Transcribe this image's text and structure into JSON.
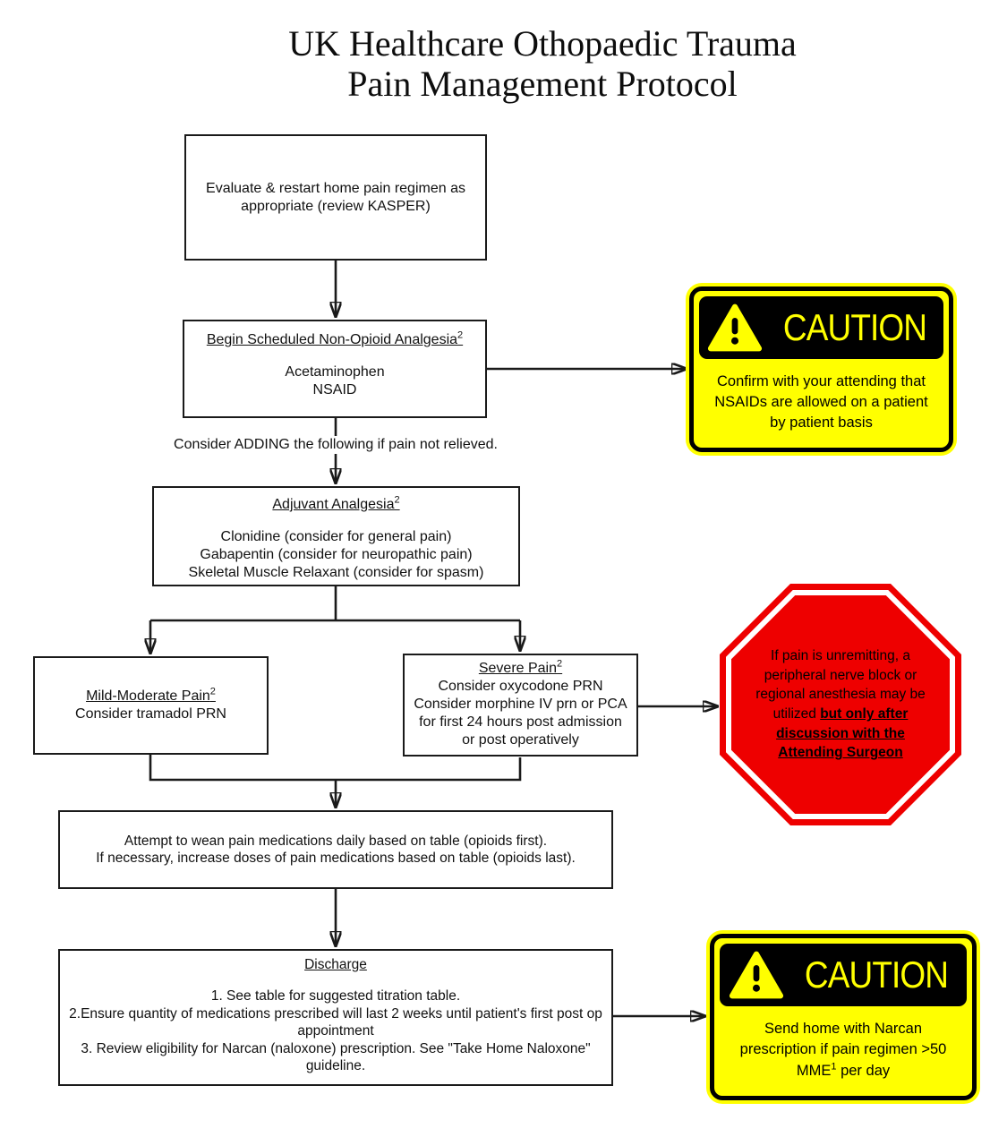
{
  "title": {
    "line1": "UK Healthcare Othopaedic Trauma",
    "line2": "Pain Management Protocol"
  },
  "flow": {
    "evaluate": {
      "text": "Evaluate & restart home pain regimen as appropriate (review KASPER)"
    },
    "non_opioid": {
      "heading": "Begin Scheduled Non-Opioid Analgesia",
      "heading_sup": "2",
      "lines": [
        "Acetaminophen",
        "NSAID"
      ]
    },
    "consider_note": "Consider ADDING the following if pain not relieved.",
    "adjuvant": {
      "heading": "Adjuvant Analgesia",
      "heading_sup": "2",
      "lines": [
        "Clonidine (consider for general pain)",
        "Gabapentin (consider for neuropathic pain)",
        "Skeletal Muscle Relaxant (consider for spasm)"
      ]
    },
    "mild": {
      "heading": "Mild-Moderate Pain",
      "heading_sup": "2",
      "lines": [
        "Consider tramadol PRN"
      ]
    },
    "severe": {
      "heading": "Severe Pain",
      "heading_sup": "2",
      "lines": [
        "Consider oxycodone PRN",
        "Consider morphine IV prn or PCA",
        "for first 24 hours post admission",
        "or post operatively"
      ]
    },
    "wean": {
      "lines": [
        "Attempt to wean pain medications daily based on table (opioids first).",
        "If necessary, increase doses of pain medications based on table (opioids last)."
      ]
    },
    "discharge": {
      "heading": "Discharge",
      "items": [
        "1. See table for suggested titration table.",
        "2.Ensure quantity of medications prescribed will last 2 weeks until patient's first post op appointment",
        "3. Review eligibility for Narcan (naloxone) prescription. See \"Take Home Naloxone\" guideline."
      ]
    }
  },
  "caution_top": {
    "icon": "warning-triangle-icon",
    "label": "CAUTION",
    "text": "Confirm with your attending that NSAIDs are allowed on a patient by patient basis"
  },
  "caution_bottom": {
    "icon": "warning-triangle-icon",
    "label": "CAUTION",
    "text_before_sup": "Send home with Narcan prescription if pain regimen >50 MME",
    "sup": "1",
    "text_after_sup": " per day"
  },
  "stop_sign": {
    "normal_text": "If pain is unremitting, a peripheral nerve block or regional anesthesia may be utilized ",
    "emphasis_text": "but only after discussion with the Attending Surgeon"
  },
  "colors": {
    "caution_yellow": "#FFFF00",
    "stop_red": "#EE0000",
    "line_black": "#1A1A1A"
  }
}
